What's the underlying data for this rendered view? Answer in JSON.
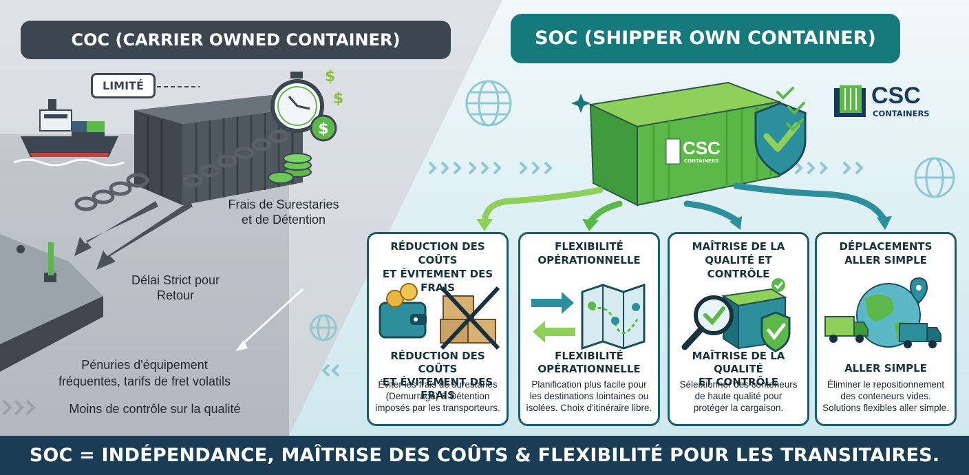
{
  "coc": {
    "title": "COC (CARRIER OWNED CONTAINER)",
    "callout": "LIMITÉ",
    "frais": [
      "Frais de Surestaries",
      "et de Détention"
    ],
    "delai": [
      "Délai Strict pour",
      "Retour"
    ],
    "penurie": [
      "Pénuries d'équipement",
      "fréquentes, tarifs de fret volatils"
    ],
    "moins": "Moins de contrôle sur la qualité"
  },
  "soc": {
    "title": "SOC (SHIPPER OWN CONTAINER)",
    "container_brand": "CSC",
    "container_brand_sub": "CONTAINERS"
  },
  "logo": {
    "name": "CSC",
    "sub": "CONTAINERS"
  },
  "cards": [
    {
      "title": [
        "RÉDUCTION DES COÛTS",
        "ET ÉVITEMENT DES FRAIS"
      ],
      "subtitle": [
        "RÉDUCTION DES COÛTS",
        "ET ÉVITEMENT DES FRAIS"
      ],
      "body": [
        "Éviter les frais de surestaries",
        "(Demurrage) & Détention",
        "imposés par les transporteurs."
      ],
      "icons": [
        "wallet-icon",
        "crossed-boxes-icon"
      ]
    },
    {
      "title": [
        "FLEXIBILITÉ",
        "OPÉRATIONNELLE"
      ],
      "subtitle": [
        "FLEXIBILITÉ",
        "OPÉRATIONNELLE"
      ],
      "body": [
        "Planification plus facile pour",
        "les destinations lointaines ou",
        "isolées. Choix d'itinéraire libre."
      ],
      "icons": [
        "swap-arrows-icon",
        "map-icon"
      ]
    },
    {
      "title": [
        "MAÎTRISE DE LA",
        "QUALITÉ ET CONTRÔLE"
      ],
      "subtitle": [
        "MAÎTRISE DE LA QUALITÉ",
        "ET CONTRÔLE"
      ],
      "body": [
        "Sélectionner des conteneurs",
        "de haute qualité pour",
        "protéger la cargaison."
      ],
      "icons": [
        "magnifier-icon",
        "shield-check-icon"
      ]
    },
    {
      "title": [
        "DÉPLACEMENTS",
        "ALLER SIMPLE"
      ],
      "subtitle": [
        "ALLER SIMPLE"
      ],
      "body": [
        "Éliminer le repositionnement",
        "des conteneurs vides.",
        "Solutions flexibles aller simple."
      ],
      "icons": [
        "globe-icon",
        "truck-icon"
      ]
    }
  ],
  "footer": "SOC = INDÉPENDANCE, MAÎTRISE DES COÛTS & FLEXIBILITÉ POUR LES TRANSITAIRES.",
  "colors": {
    "dark": "#3b4651",
    "teal": "#16797c",
    "green": "#5cb848",
    "navy": "#1a3d55"
  }
}
